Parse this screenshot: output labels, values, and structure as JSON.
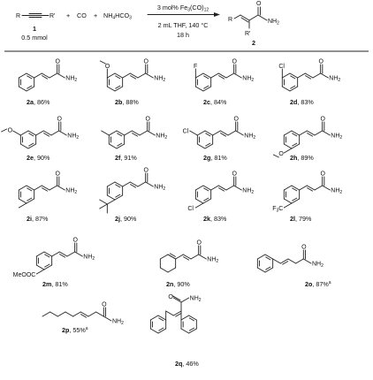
{
  "scheme": {
    "reagent_R_alkyne": "R",
    "reagent_R_prime": "R'",
    "plus1": "+",
    "co": "CO",
    "plus2": "+",
    "nh4hco3": "NH4HCO3",
    "condition_top": "3 mol% Fe3(CO)12",
    "condition_mid": "2 mL THF, 140 °C",
    "condition_bot": "18 h",
    "compound1": "1",
    "amount": "0.5 mmol",
    "compound2": "2",
    "product_R": "R",
    "product_R_prime": "R'",
    "product_nh2": "NH2",
    "product_o": "O"
  },
  "products": [
    {
      "id": "2a",
      "yield": ", 86%"
    },
    {
      "id": "2b",
      "yield": ", 88%"
    },
    {
      "id": "2c",
      "yield": ", 84%"
    },
    {
      "id": "2d",
      "yield": ", 83%"
    },
    {
      "id": "2e",
      "yield": ", 90%"
    },
    {
      "id": "2f",
      "yield": ", 91%"
    },
    {
      "id": "2g",
      "yield": ", 81%"
    },
    {
      "id": "2h",
      "yield": ", 89%"
    },
    {
      "id": "2i",
      "yield": ", 87%"
    },
    {
      "id": "2j",
      "yield": ", 90%"
    },
    {
      "id": "2k",
      "yield": ", 83%"
    },
    {
      "id": "2l",
      "yield": ", 79%"
    },
    {
      "id": "2m",
      "yield": ", 81%"
    },
    {
      "id": "2n",
      "yield": ", 90%"
    },
    {
      "id": "2o",
      "yield": ", 87%",
      "note": "a"
    },
    {
      "id": "2p",
      "yield": ", 55%",
      "note": "a"
    },
    {
      "id": "2q",
      "yield": ", 46%"
    }
  ],
  "atoms": {
    "o": "O",
    "nh2": "NH2",
    "f": "F",
    "cl": "Cl",
    "f3c": "F3C",
    "meooc": "MeOOC"
  }
}
